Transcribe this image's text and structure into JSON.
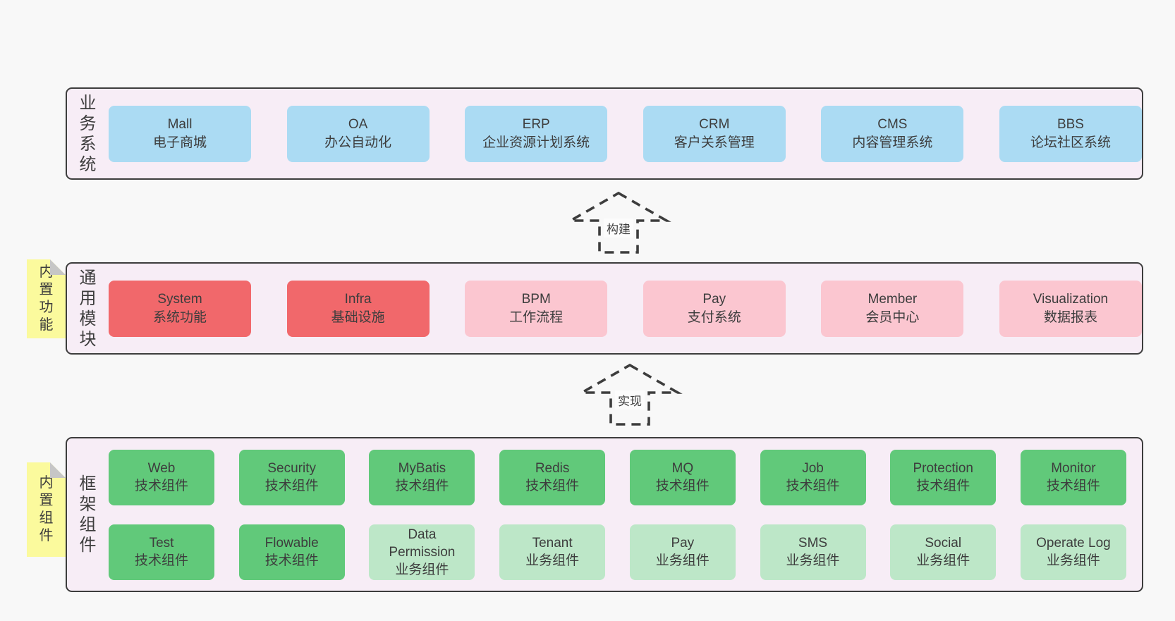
{
  "colors": {
    "page-bg": "#f8f8f8",
    "panel-bg": "#f7edf6",
    "line": "#3d3d3d",
    "text": "#3d3d3d",
    "blue": "#abdbf3",
    "red": "#f1686b",
    "pink": "#fbc6d0",
    "green-dark": "#61c97a",
    "green-light": "#bde7c8",
    "note-bg": "#fbfa9d",
    "note-fold": "#c6c6c6"
  },
  "layers": [
    {
      "label": "业务系统",
      "rows": [
        [
          {
            "title": "Mall",
            "subtitle": "电子商城",
            "variant": "blue"
          },
          {
            "title": "OA",
            "subtitle": "办公自动化",
            "variant": "blue"
          },
          {
            "title": "ERP",
            "subtitle": "企业资源计划系统",
            "variant": "blue"
          },
          {
            "title": "CRM",
            "subtitle": "客户关系管理",
            "variant": "blue"
          },
          {
            "title": "CMS",
            "subtitle": "内容管理系统",
            "variant": "blue"
          },
          {
            "title": "BBS",
            "subtitle": "论坛社区系统",
            "variant": "blue"
          }
        ]
      ]
    },
    {
      "label": "通用模块",
      "note": "内置功能",
      "rows": [
        [
          {
            "title": "System",
            "subtitle": "系统功能",
            "variant": "red"
          },
          {
            "title": "Infra",
            "subtitle": "基础设施",
            "variant": "red"
          },
          {
            "title": "BPM",
            "subtitle": "工作流程",
            "variant": "pink"
          },
          {
            "title": "Pay",
            "subtitle": "支付系统",
            "variant": "pink"
          },
          {
            "title": "Member",
            "subtitle": "会员中心",
            "variant": "pink"
          },
          {
            "title": "Visualization",
            "subtitle": "数据报表",
            "variant": "pink"
          }
        ]
      ]
    },
    {
      "label": "框架组件",
      "note": "内置组件",
      "rows": [
        [
          {
            "title": "Web",
            "subtitle": "技术组件",
            "variant": "green-dark"
          },
          {
            "title": "Security",
            "subtitle": "技术组件",
            "variant": "green-dark"
          },
          {
            "title": "MyBatis",
            "subtitle": "技术组件",
            "variant": "green-dark"
          },
          {
            "title": "Redis",
            "subtitle": "技术组件",
            "variant": "green-dark"
          },
          {
            "title": "MQ",
            "subtitle": "技术组件",
            "variant": "green-dark"
          },
          {
            "title": "Job",
            "subtitle": "技术组件",
            "variant": "green-dark"
          },
          {
            "title": "Protection",
            "subtitle": "技术组件",
            "variant": "green-dark"
          },
          {
            "title": "Monitor",
            "subtitle": "技术组件",
            "variant": "green-dark"
          }
        ],
        [
          {
            "title": "Test",
            "subtitle": "技术组件",
            "variant": "green-dark"
          },
          {
            "title": "Flowable",
            "subtitle": "技术组件",
            "variant": "green-dark"
          },
          {
            "title": "Data Permission",
            "subtitle": "业务组件",
            "variant": "green-light"
          },
          {
            "title": "Tenant",
            "subtitle": "业务组件",
            "variant": "green-light"
          },
          {
            "title": "Pay",
            "subtitle": "业务组件",
            "variant": "green-light"
          },
          {
            "title": "SMS",
            "subtitle": "业务组件",
            "variant": "green-light"
          },
          {
            "title": "Social",
            "subtitle": "业务组件",
            "variant": "green-light"
          },
          {
            "title": "Operate Log",
            "subtitle": "业务组件",
            "variant": "green-light"
          }
        ]
      ]
    }
  ],
  "arrows": [
    {
      "label": "构建"
    },
    {
      "label": "实现"
    }
  ]
}
